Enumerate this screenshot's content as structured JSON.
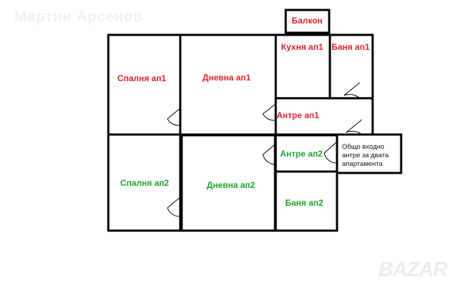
{
  "watermark": "Мартин Арсенов",
  "brand_mark": "BAZAR",
  "colors": {
    "apartment1_label": "#e0242b",
    "apartment2_label": "#1fa42c",
    "walls": "#000000",
    "note_text": "#111111"
  },
  "rooms": {
    "balcony": "Балкон",
    "kitchen_ap1": "Кухня ап1",
    "bath_ap1": "Баня ап1",
    "bedroom_ap1": "Спалня ап1",
    "living_ap1": "Дневна ап1",
    "hall_ap1": "Антре ап1",
    "hall_ap2": "Антре ап2",
    "bedroom_ap2": "Спалня ап2",
    "living_ap2": "Дневна ап2",
    "bath_ap2": "Баня ап2"
  },
  "shared_entrance_note": "Общо входно антре за двата апартамента"
}
